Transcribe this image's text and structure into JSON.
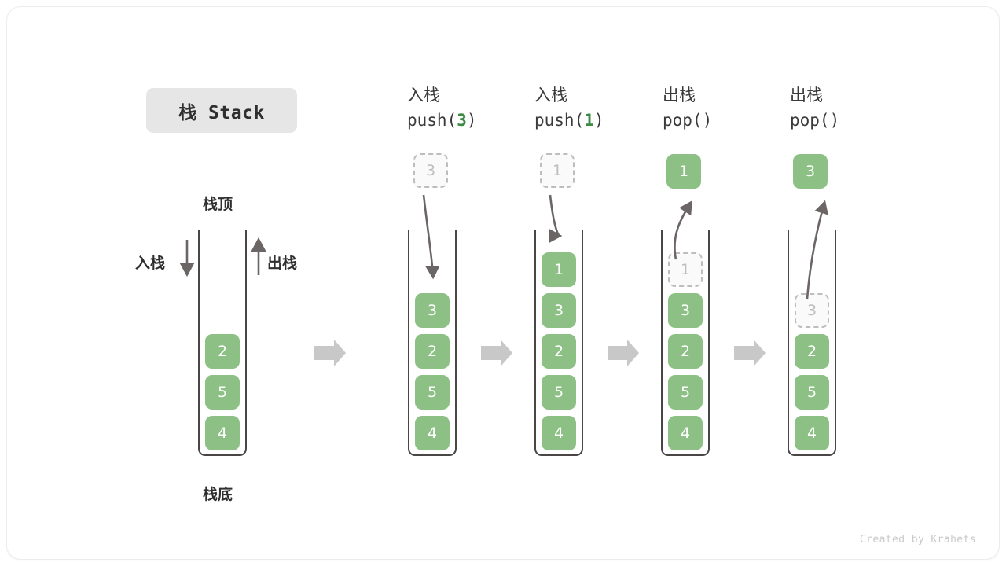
{
  "title": {
    "text": "栈 Stack"
  },
  "footer": {
    "text": "Created by Krahets"
  },
  "colors": {
    "tile_green": "#8cc084",
    "accent_green": "#3c8a43",
    "wall_gray": "#4a4646",
    "ghost_gray": "#bdbdbd",
    "arrow_gray": "#c8c8c8",
    "pill_gray": "#e6e6e6",
    "text_dark": "#2f2f2f"
  },
  "labels": {
    "top": "栈顶",
    "bottom": "栈底",
    "push_side": "入栈",
    "pop_side": "出栈"
  },
  "headers": [
    {
      "cn": "入栈",
      "fn_pre": "push(",
      "arg": "3",
      "fn_post": ")"
    },
    {
      "cn": "入栈",
      "fn_pre": "push(",
      "arg": "1",
      "fn_post": ")"
    },
    {
      "cn": "出栈",
      "fn_pre": "pop()",
      "arg": "",
      "fn_post": ""
    },
    {
      "cn": "出栈",
      "fn_pre": "pop()",
      "arg": "",
      "fn_post": ""
    }
  ],
  "stacks": [
    {
      "name": "initial-stack",
      "tiles": [
        "2",
        "5",
        "4"
      ],
      "ghost_index": -1,
      "floating": null
    },
    {
      "name": "push-3-stack",
      "tiles": [
        "3",
        "2",
        "5",
        "4"
      ],
      "ghost_index": -1,
      "floating": {
        "value": "3",
        "ghost": true
      }
    },
    {
      "name": "push-1-stack",
      "tiles": [
        "1",
        "3",
        "2",
        "5",
        "4"
      ],
      "ghost_index": -1,
      "floating": {
        "value": "1",
        "ghost": true
      }
    },
    {
      "name": "pop-1-stack",
      "tiles": [
        "1",
        "3",
        "2",
        "5",
        "4"
      ],
      "ghost_index": 0,
      "floating": {
        "value": "1",
        "ghost": false
      }
    },
    {
      "name": "pop-3-stack",
      "tiles": [
        "3",
        "2",
        "5",
        "4"
      ],
      "ghost_index": 0,
      "floating": {
        "value": "3",
        "ghost": false
      }
    }
  ],
  "transition_arrows": 4
}
